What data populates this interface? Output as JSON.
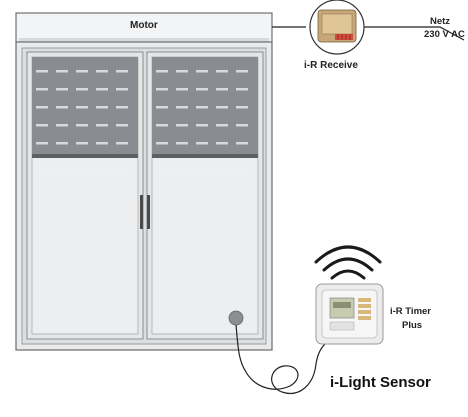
{
  "motor": {
    "label": "Motor"
  },
  "receiver": {
    "label": "i-R Receive"
  },
  "mains": {
    "line1": "Netz",
    "line2": "230 V AC"
  },
  "timer": {
    "line1": "i-R Timer",
    "line2": "Plus"
  },
  "sensor": {
    "label": "i-Light Sensor"
  },
  "colors": {
    "frame": "#e9eaec",
    "frame_edge": "#6a6a6a",
    "blind": "#8a8c91",
    "blind_slat": "#d7d9dc",
    "glass": "#eceef0",
    "device_body": "#ececec",
    "display": "#c7ccb0",
    "connector": "#d24a3a"
  },
  "icons": [
    "signal-waves-icon",
    "sensor-dot-icon"
  ]
}
